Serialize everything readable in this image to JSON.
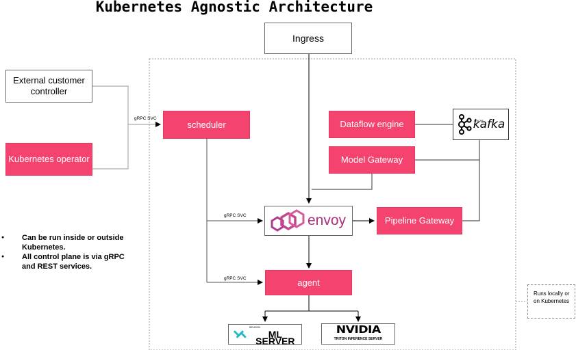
{
  "title": "Kubernetes Agnostic Architecture",
  "nodes": {
    "ingress": "Ingress",
    "external_controller": "External customer controller",
    "k8s_operator": "Kubernetes operator",
    "scheduler": "scheduler",
    "dataflow": "Dataflow engine",
    "model_gateway": "Model Gateway",
    "envoy": "envoy",
    "pipeline_gateway": "Pipeline Gateway",
    "agent": "agent",
    "kafka": "kafka",
    "kafka_small": "APACHE",
    "mlserver": "ML SERVER",
    "mlserver_small": "SELDON",
    "nvidia": "NVIDIA",
    "triton": "TRITON INFERENCE SERVER"
  },
  "edge_labels": {
    "grpc_top": "gRPC SVC",
    "grpc_envoy": "gRPC SVC",
    "grpc_agent": "gRPC SVC"
  },
  "notes": [
    "Can be run inside or outside Kubernetes.",
    "All control plane is via gRPC and REST services."
  ],
  "runs_note": "Runs locally or on Kubernetes"
}
